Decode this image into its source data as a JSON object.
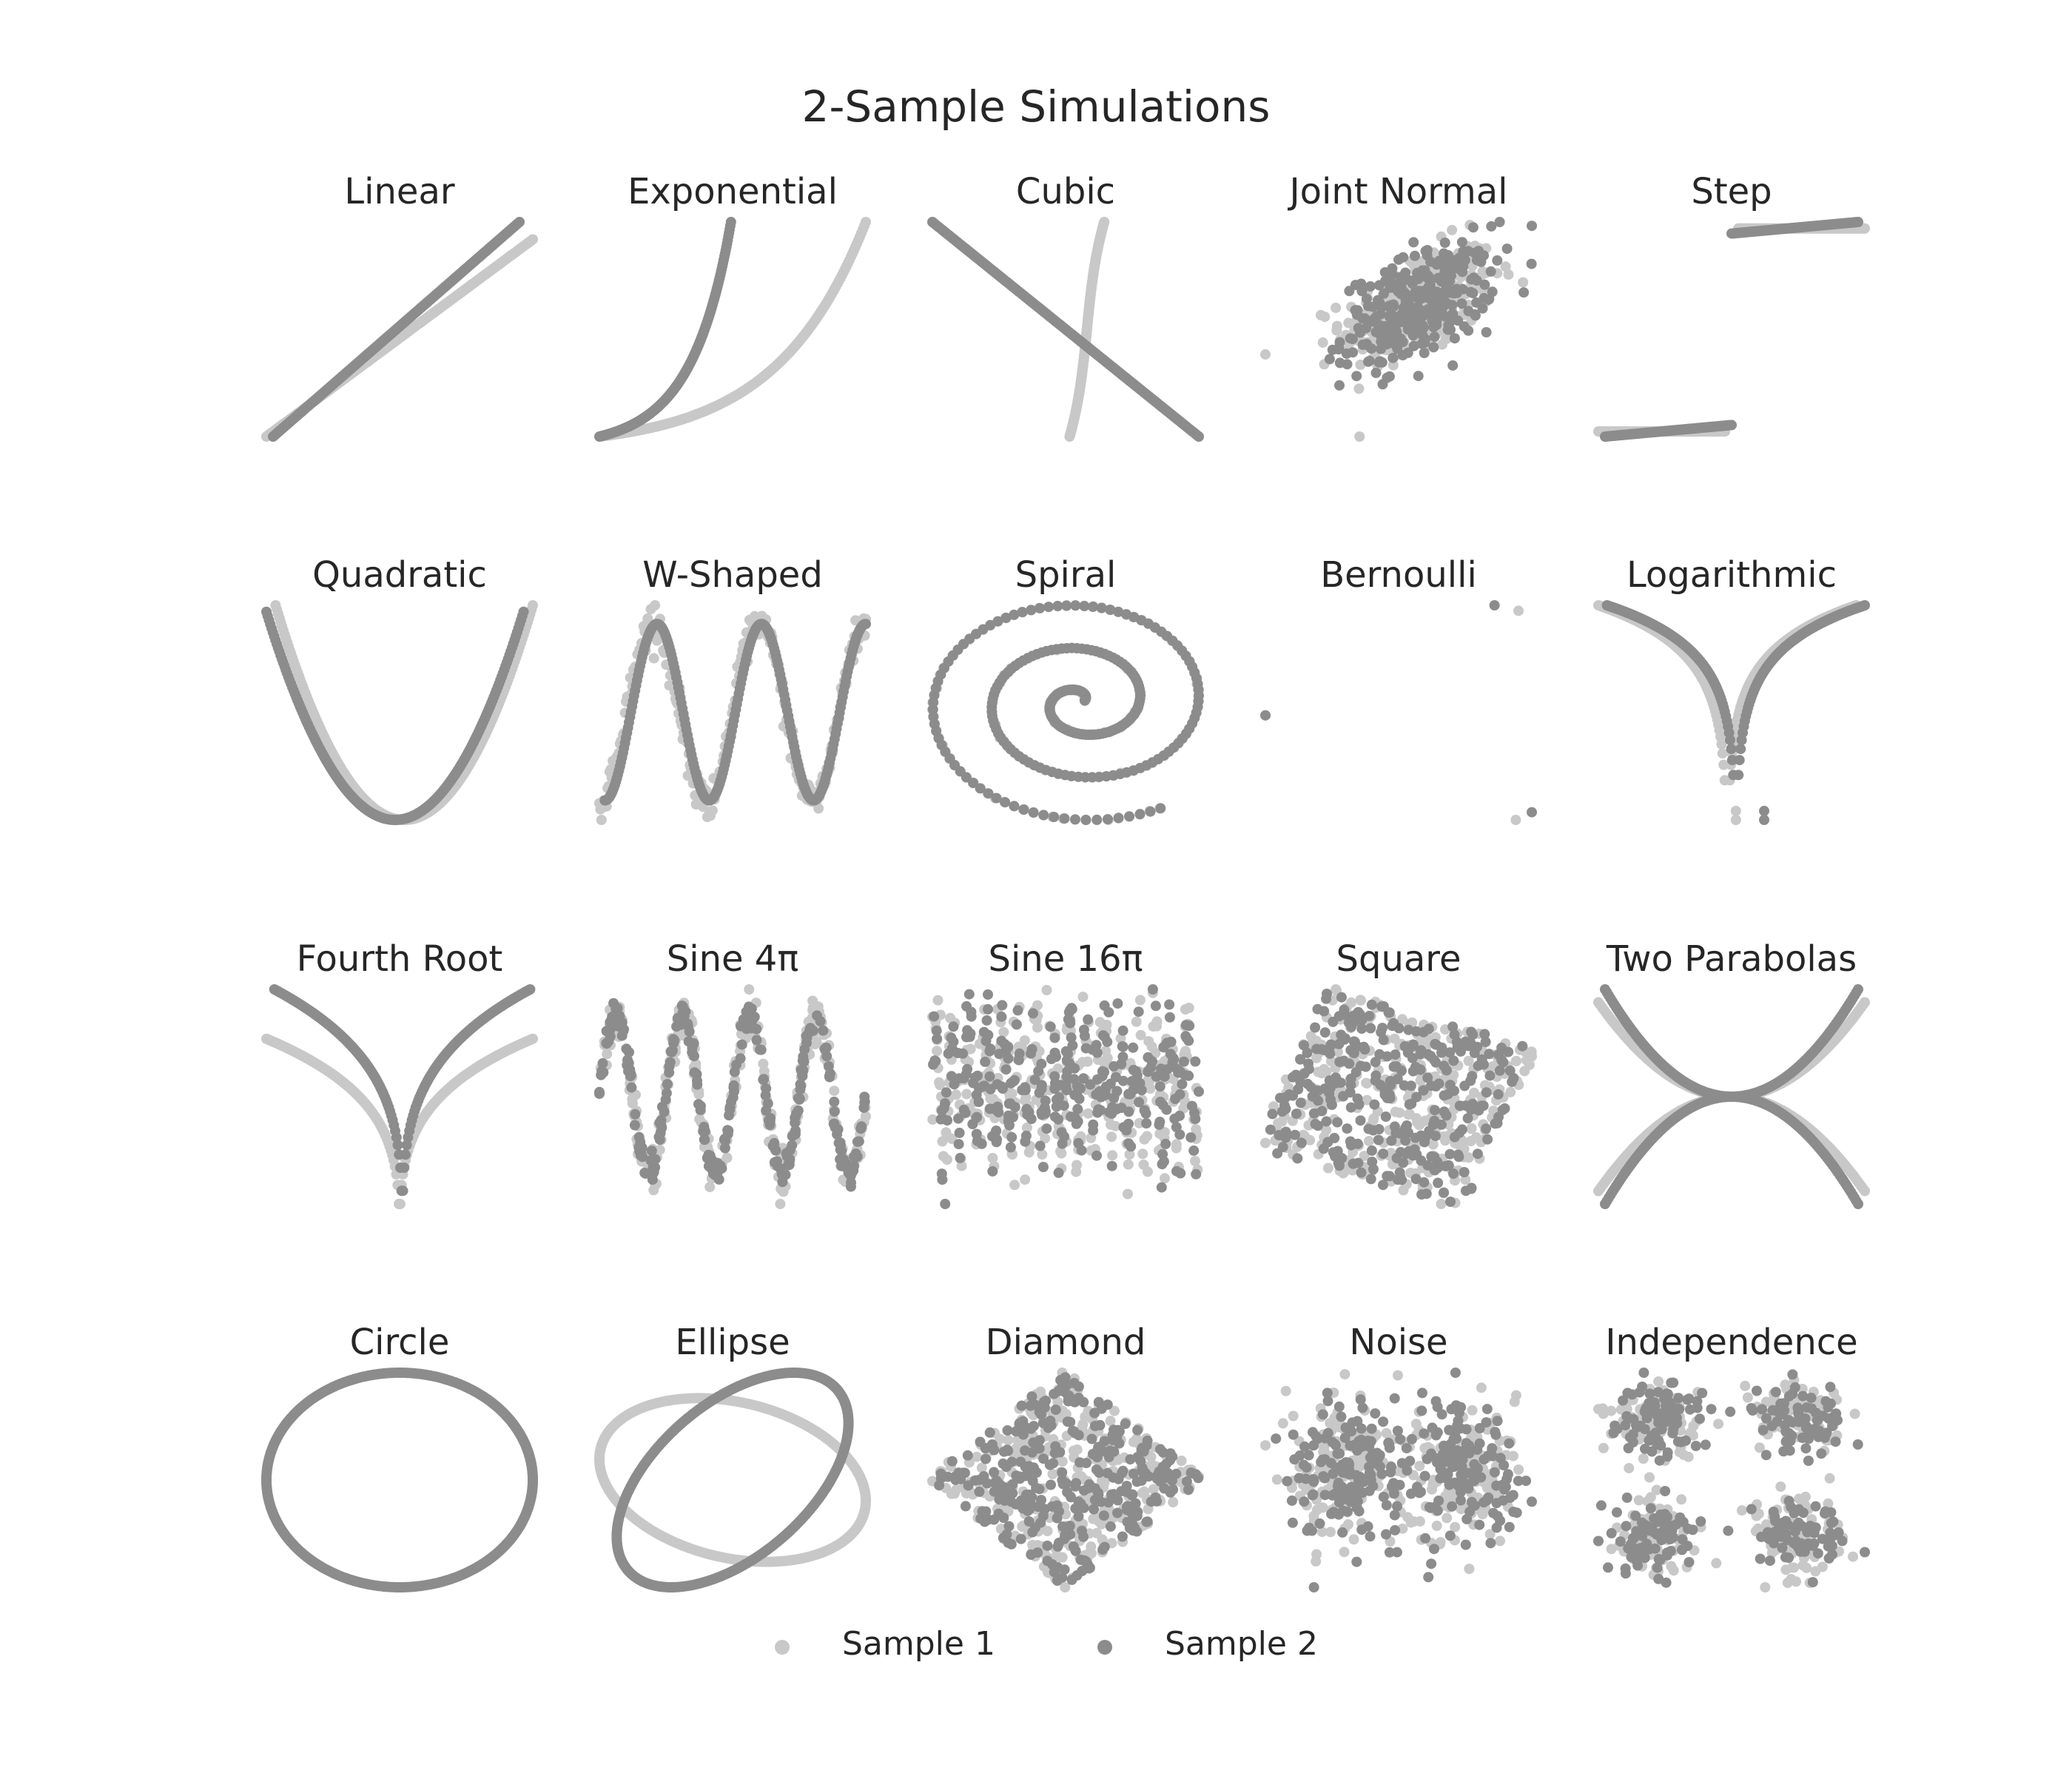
{
  "figure_title": "2-Sample Simulations",
  "colors": {
    "sample1": "#c8c8c8",
    "sample2": "#8c8c8c",
    "text": "#262626"
  },
  "legend": {
    "placement": "bottom-center",
    "items": [
      {
        "label": "Sample 1",
        "color": "#c8c8c8"
      },
      {
        "label": "Sample 2",
        "color": "#8c8c8c"
      }
    ]
  },
  "chart_data": [
    {
      "type": "scatter",
      "title": "Linear",
      "sim": "linear"
    },
    {
      "type": "scatter",
      "title": "Exponential",
      "sim": "exponential"
    },
    {
      "type": "scatter",
      "title": "Cubic",
      "sim": "cubic"
    },
    {
      "type": "scatter",
      "title": "Joint Normal",
      "sim": "joint_normal"
    },
    {
      "type": "scatter",
      "title": "Step",
      "sim": "step"
    },
    {
      "type": "scatter",
      "title": "Quadratic",
      "sim": "quadratic"
    },
    {
      "type": "scatter",
      "title": "W-Shaped",
      "sim": "w_shaped"
    },
    {
      "type": "scatter",
      "title": "Spiral",
      "sim": "spiral"
    },
    {
      "type": "scatter",
      "title": "Bernoulli",
      "sim": "bernoulli",
      "series": [
        {
          "name": "Sample 1",
          "points": [
            [
              -1.0,
              0.0
            ],
            [
              0.9,
              0.95
            ],
            [
              0.88,
              -0.95
            ]
          ]
        },
        {
          "name": "Sample 2",
          "points": [
            [
              -1.0,
              0.0
            ],
            [
              0.72,
              1.0
            ],
            [
              1.0,
              -0.88
            ]
          ]
        }
      ]
    },
    {
      "type": "scatter",
      "title": "Logarithmic",
      "sim": "logarithmic"
    },
    {
      "type": "scatter",
      "title": "Fourth Root",
      "sim": "fourth_root"
    },
    {
      "type": "scatter",
      "title": "Sine 4π",
      "sim": "sine_4pi"
    },
    {
      "type": "scatter",
      "title": "Sine 16π",
      "sim": "sine_16pi"
    },
    {
      "type": "scatter",
      "title": "Square",
      "sim": "square"
    },
    {
      "type": "scatter",
      "title": "Two Parabolas",
      "sim": "two_parabolas"
    },
    {
      "type": "scatter",
      "title": "Circle",
      "sim": "circle"
    },
    {
      "type": "scatter",
      "title": "Ellipse",
      "sim": "ellipse"
    },
    {
      "type": "scatter",
      "title": "Diamond",
      "sim": "diamond"
    },
    {
      "type": "scatter",
      "title": "Noise",
      "sim": "noise"
    },
    {
      "type": "scatter",
      "title": "Independence",
      "sim": "independence"
    }
  ]
}
